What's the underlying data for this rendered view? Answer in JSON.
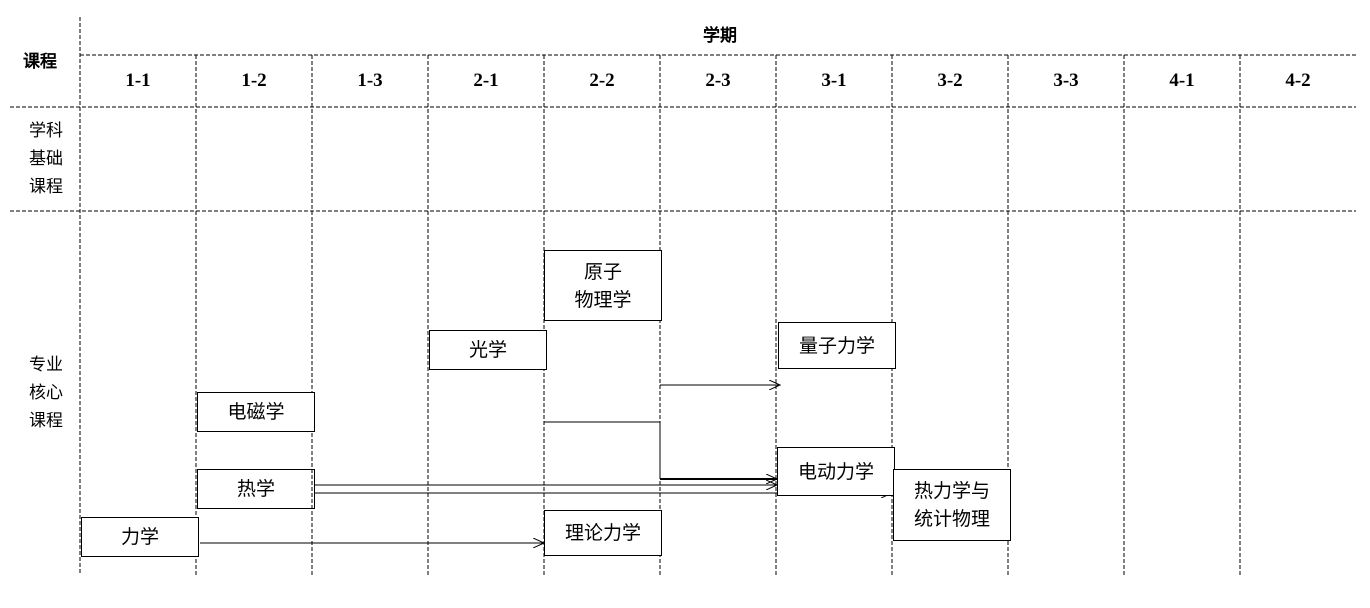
{
  "header": {
    "course_label": "课程",
    "semester_label": "学期",
    "semesters": [
      "1-1",
      "1-2",
      "1-3",
      "2-1",
      "2-2",
      "2-3",
      "3-1",
      "3-2",
      "3-3",
      "4-1",
      "4-2"
    ]
  },
  "rows": [
    {
      "label": "学科\n基础\n课程"
    },
    {
      "label": "专业\n核心\n课程"
    }
  ],
  "courses": {
    "atomic": "原子\n物理学",
    "optics": "光学",
    "quantum": "量子力学",
    "em": "电磁学",
    "heat": "热学",
    "mechanics": "力学",
    "theoretical": "理论力学",
    "electrodynamics": "电动力学",
    "thermo_stat": "热力学与\n统计物理"
  }
}
